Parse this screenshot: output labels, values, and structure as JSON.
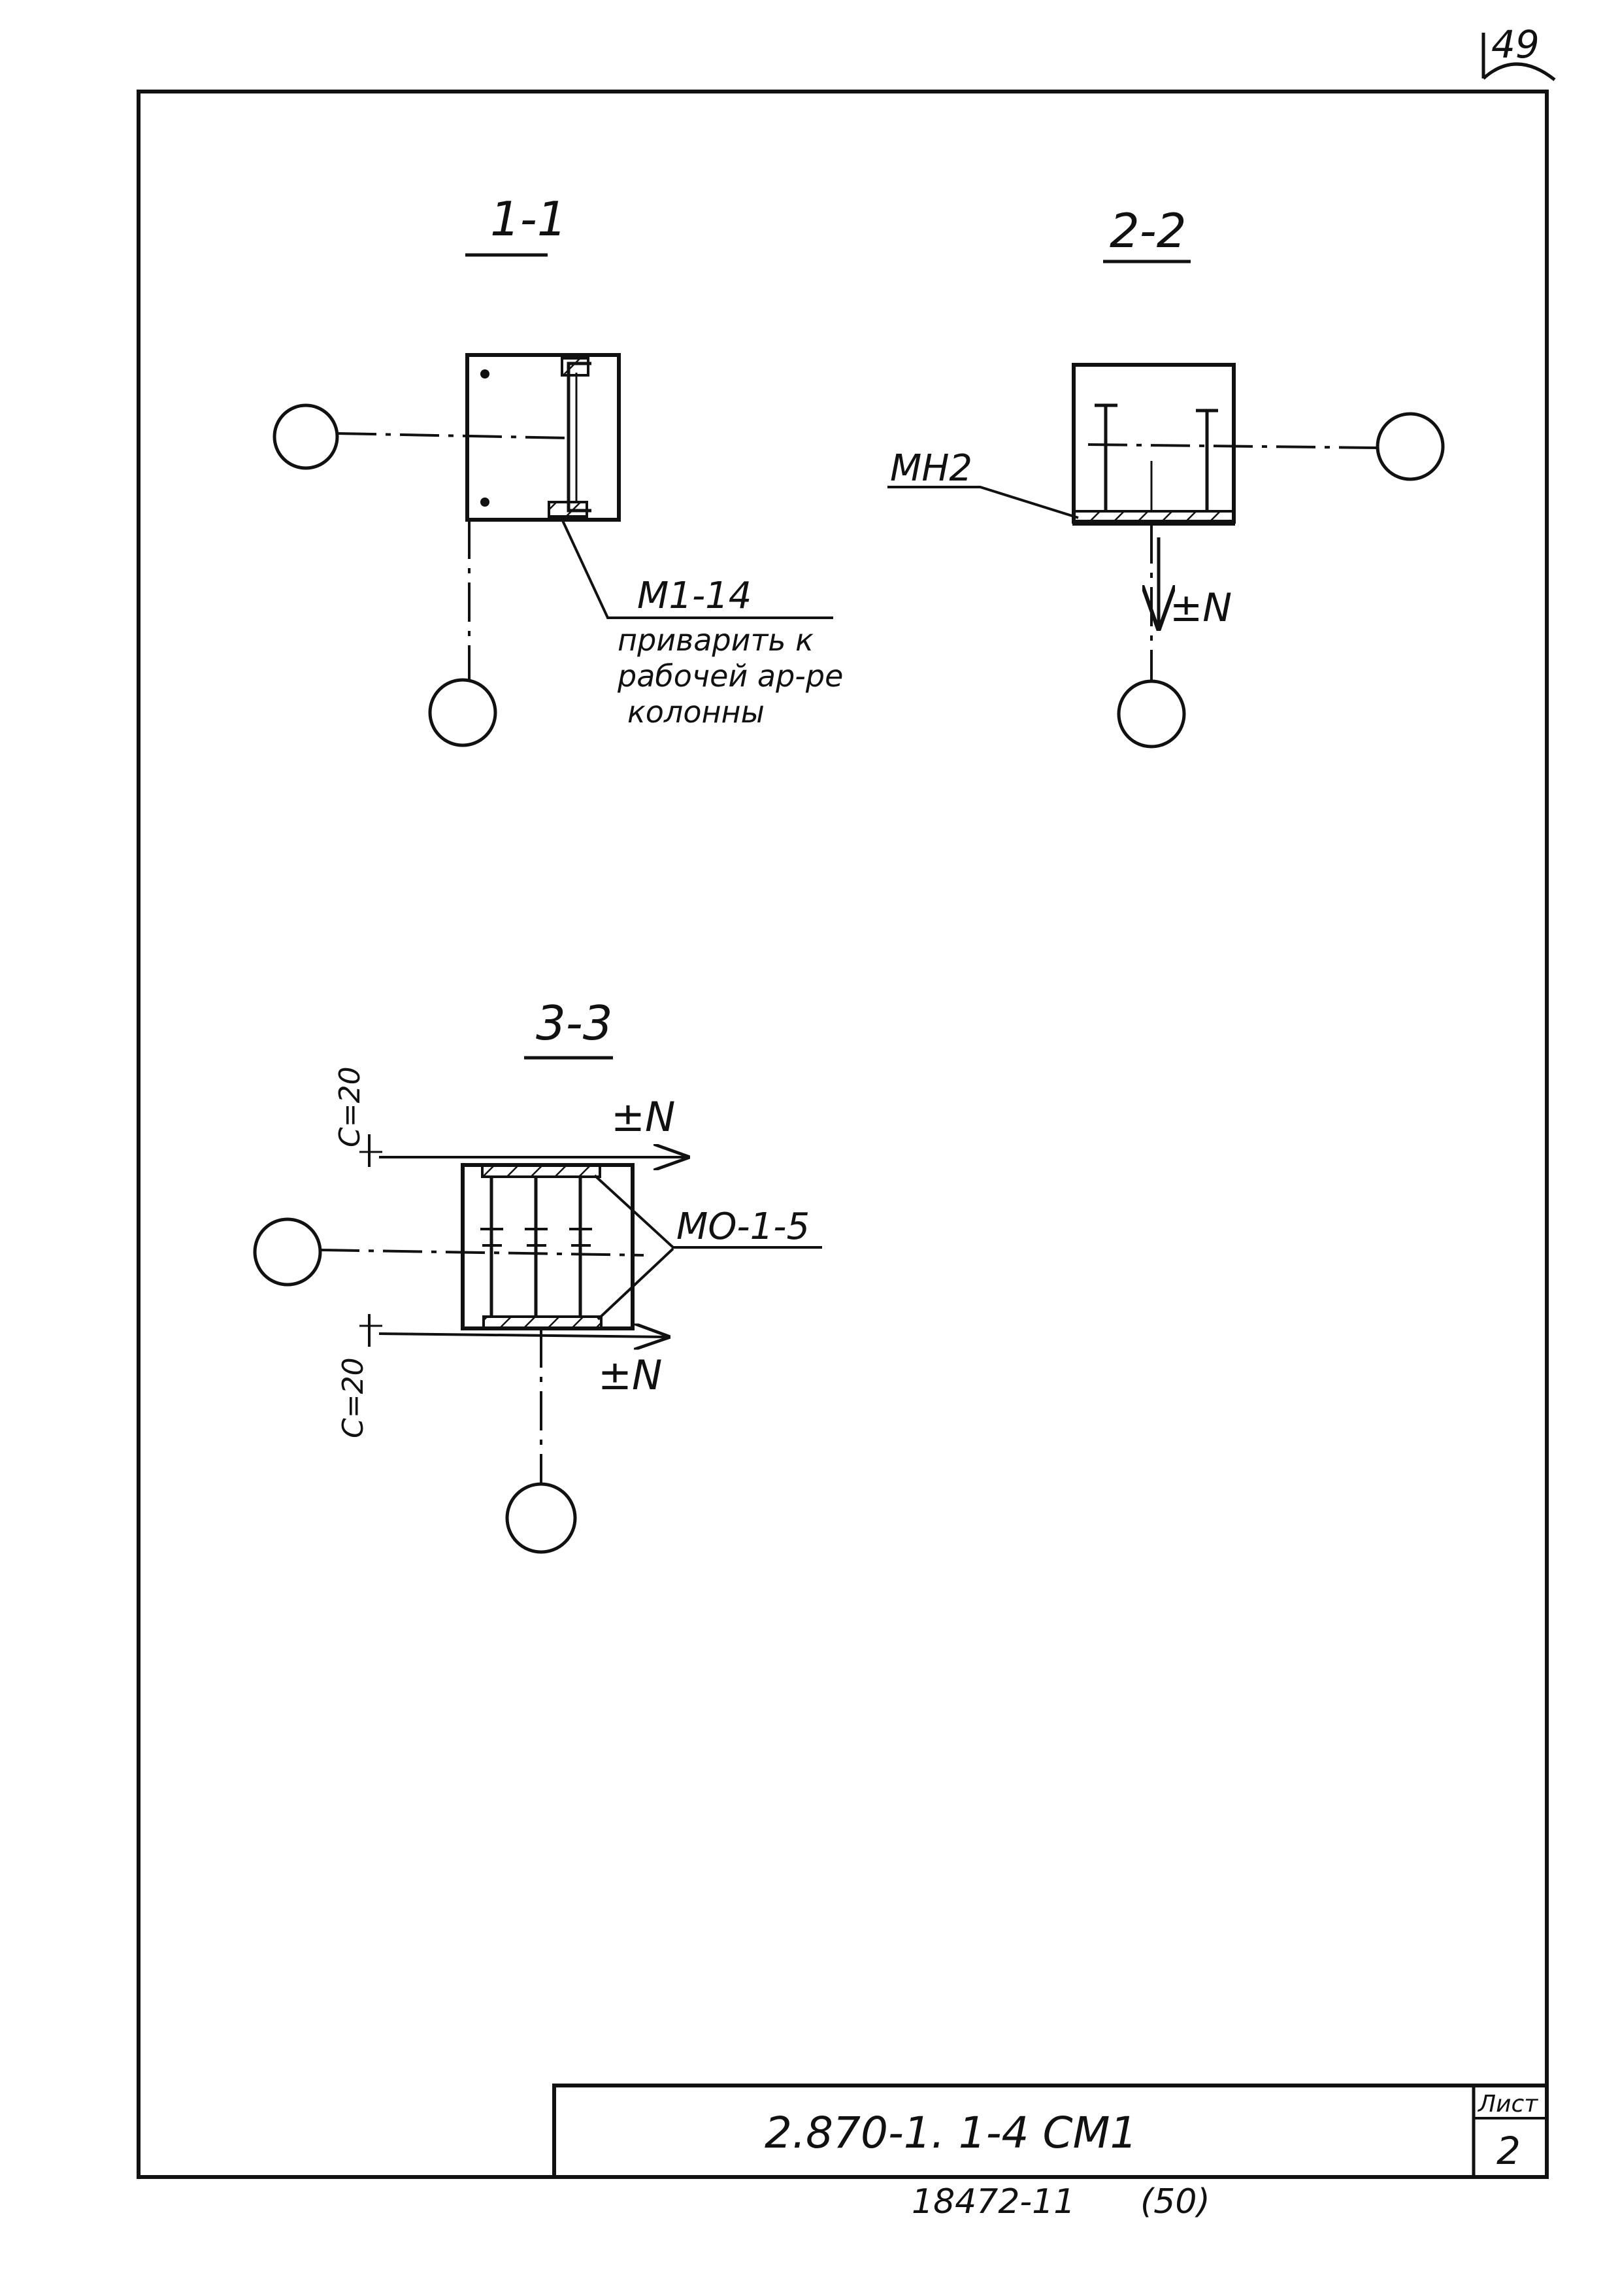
{
  "corner": {
    "page_number": "49"
  },
  "sections": {
    "s1": {
      "title": "1-1",
      "label": "М1-14",
      "note": [
        "приварить к",
        "рабочей ар-ре",
        "колонны"
      ]
    },
    "s2": {
      "title": "2-2",
      "label": "МН2",
      "force": "±N"
    },
    "s3": {
      "title": "3-3",
      "label": "МО-1-5",
      "force_top": "±N",
      "force_bottom": "±N",
      "dim_top": "С=20",
      "dim_bottom": "С=20"
    }
  },
  "title_block": {
    "designation": "2.870-1. 1-4  СМ1",
    "sheet_label": "Лист",
    "sheet_number": "2"
  },
  "footer": {
    "inventory": "18472-11",
    "copy": "(50)"
  }
}
